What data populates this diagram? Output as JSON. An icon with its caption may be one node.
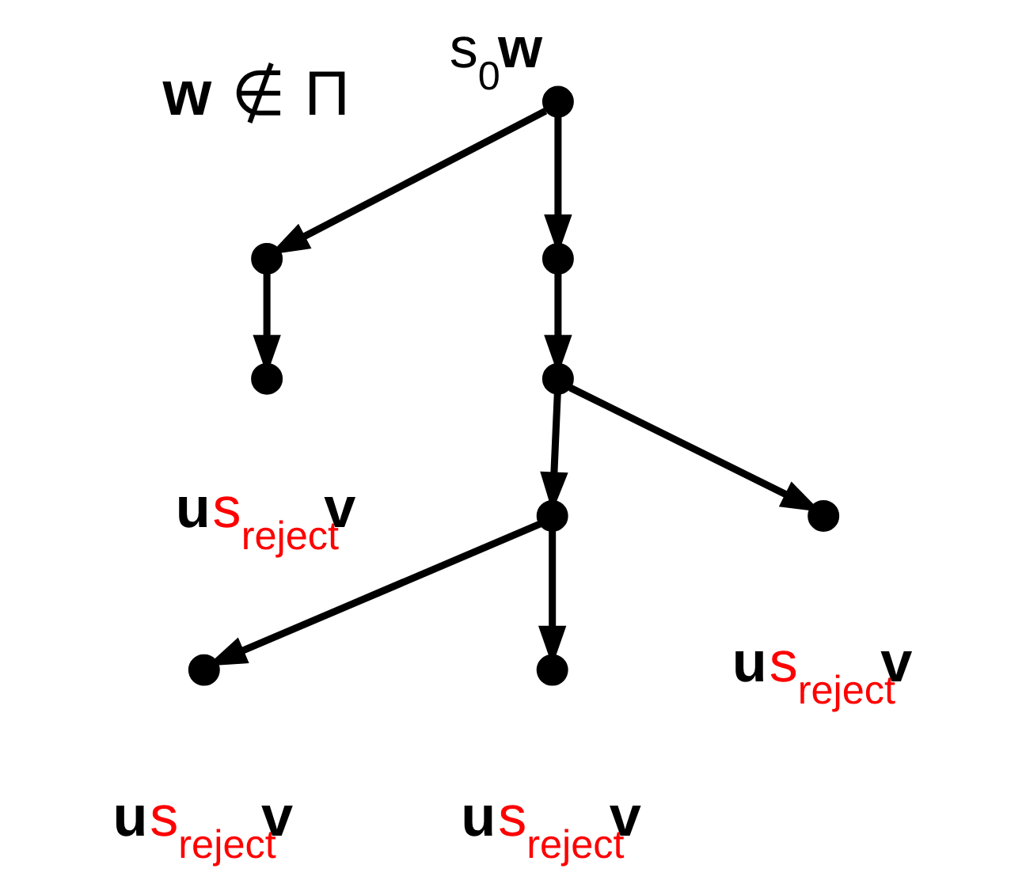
{
  "diagram": {
    "nodes": [
      {
        "text": [],
        "shape": "circle",
        "beside": [
          "s$_{0}$**w**"
        ]
      },
      {
        "text": [],
        "shape": "circle"
      },
      {
        "text": [],
        "shape": "circle"
      },
      {
        "text": [],
        "shape": "circle",
        "beside": [
          "**u**s$_{reject}$**v**"
        ]
      },
      {
        "text": [],
        "shape": "circle"
      },
      {
        "text": [],
        "shape": "circle"
      },
      {
        "text": [],
        "shape": "circle",
        "beside": [
          "**u**s$_{reject}$**v**"
        ]
      },
      {
        "text": [],
        "shape": "circle",
        "beside": [
          "**u**s$_{reject}$**v**"
        ]
      },
      {
        "text": [],
        "shape": "circle",
        "beside": [
          "**u**s$_{reject}$**v**"
        ]
      }
    ],
    "edges": [
      {
        "from": 0,
        "to": 1,
        "arrow": "to"
      },
      {
        "from": 0,
        "to": 2,
        "arrow": "to"
      },
      {
        "from": 1,
        "to": 3,
        "arrow": "to"
      },
      {
        "from": 2,
        "to": 4,
        "arrow": "to"
      },
      {
        "from": 4,
        "to": 5,
        "arrow": "to"
      },
      {
        "from": 4,
        "to": 6,
        "arrow": "to"
      },
      {
        "from": 5,
        "to": 7,
        "arrow": "to"
      },
      {
        "from": 5,
        "to": 8,
        "arrow": "to"
      }
    ],
    "labels": [
      "**w** ∉ Π"
    ]
  }
}
